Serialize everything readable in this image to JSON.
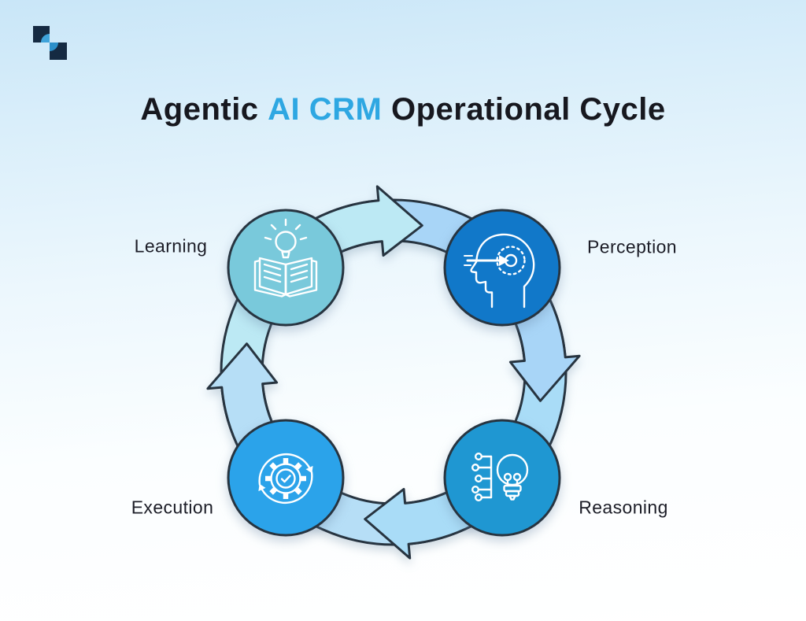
{
  "title": {
    "part1": "Agentic ",
    "highlight": "AI CRM",
    "part2": " Operational Cycle",
    "highlight_color": "#2ea7e2",
    "text_color": "#17181f"
  },
  "logo": {
    "icon": "brand-logo-squares-icon",
    "square_color": "#152a42",
    "wedge_top_color": "#3fa3da",
    "wedge_bottom_color": "#2c8fc9"
  },
  "cycle": {
    "direction": "clockwise",
    "outline_color": "#273440",
    "ring": {
      "segment_top": "#bce9f4",
      "segment_right": "#a8d5f7",
      "segment_bottom": "#a9dcf7",
      "segment_left": "#b6def6"
    },
    "nodes": [
      {
        "label": "Learning",
        "position": "top-left",
        "icon": "book-lightbulb-icon",
        "color": "#79c9db"
      },
      {
        "label": "Perception",
        "position": "top-right",
        "icon": "head-target-arrow-icon",
        "color": "#1178c9"
      },
      {
        "label": "Reasoning",
        "position": "bottom-right",
        "icon": "bulb-circuit-icon",
        "color": "#1f97d2"
      },
      {
        "label": "Execution",
        "position": "bottom-left",
        "icon": "gear-check-sync-icon",
        "color": "#2ba3ea"
      }
    ]
  }
}
